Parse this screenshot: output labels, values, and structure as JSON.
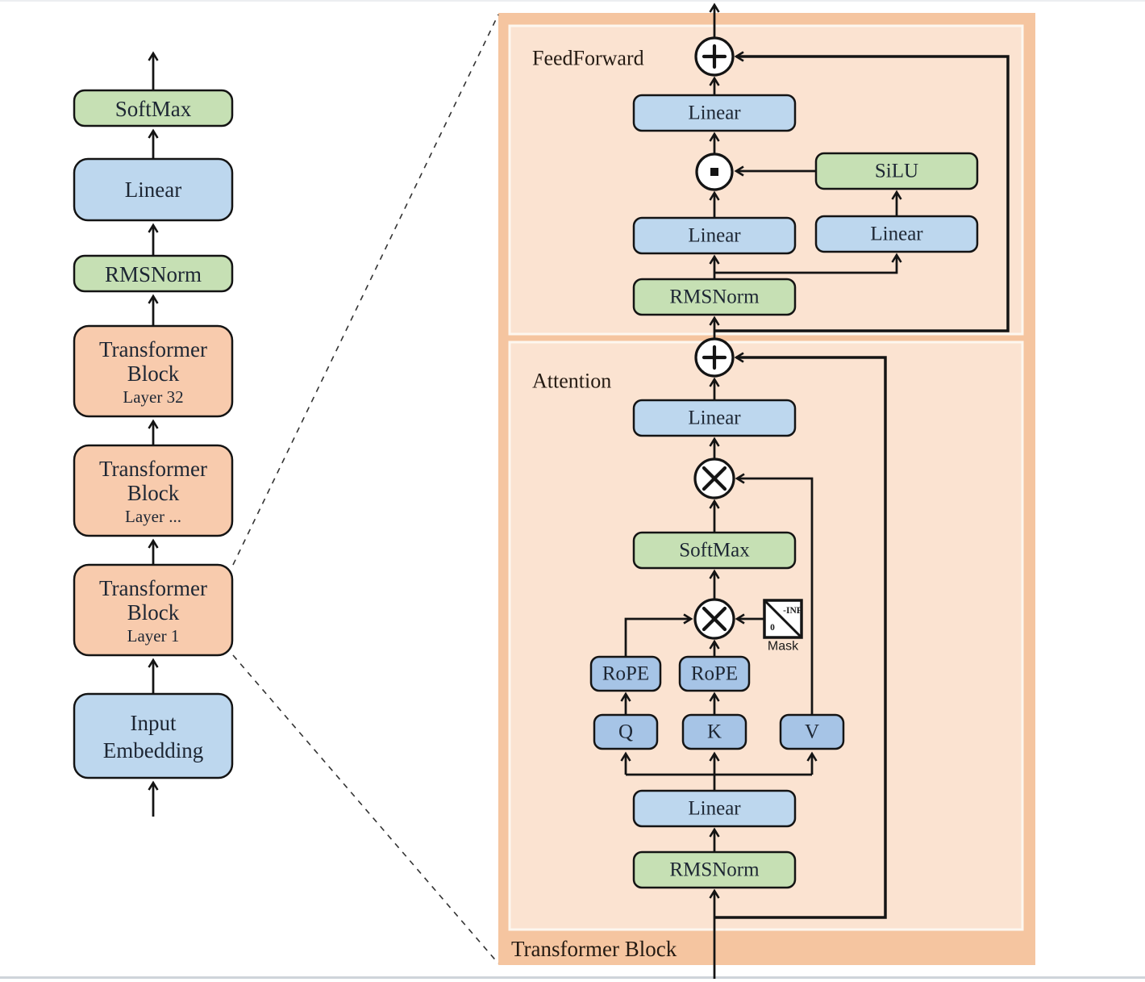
{
  "left_pipeline": {
    "softmax": "SoftMax",
    "linear": "Linear",
    "rmsnorm": "RMSNorm",
    "transformer_line1": "Transformer",
    "transformer_line2": "Block",
    "layer32": "Layer 32",
    "layer_dots": "Layer ...",
    "layer1": "Layer 1",
    "input_line1": "Input",
    "input_line2": "Embedding"
  },
  "right_panel": {
    "title": "Transformer Block",
    "feedforward": {
      "label": "FeedForward",
      "linear_top": "Linear",
      "silu": "SiLU",
      "linear_left": "Linear",
      "linear_right": "Linear",
      "rmsnorm": "RMSNorm"
    },
    "attention": {
      "label": "Attention",
      "linear_out": "Linear",
      "softmax": "SoftMax",
      "rope_q": "RoPE",
      "rope_k": "RoPE",
      "q": "Q",
      "k": "K",
      "v": "V",
      "linear_in": "Linear",
      "rmsnorm": "RMSNorm",
      "mask_label": "Mask",
      "mask_neg_inf": "-INF",
      "mask_zero": "0"
    }
  },
  "colors": {
    "green": "#c6e0b4",
    "blue_light": "#bdd7ee",
    "blue_medium": "#a6c4e6",
    "orange_block": "#f8cbad",
    "panel_outer": "#f5c5a0",
    "panel_inner": "#fbe3d1",
    "panel_border_inner": "#fdf7ef",
    "line": "#141414",
    "text": "#1d2633",
    "label": "#241a12"
  }
}
